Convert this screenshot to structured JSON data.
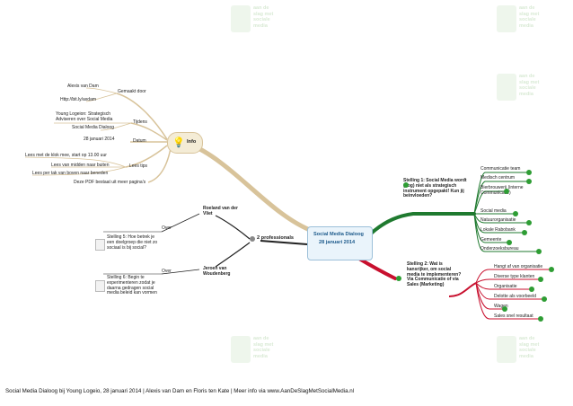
{
  "watermark": {
    "lines": [
      "aan de",
      "slag met",
      "sociale",
      "media"
    ]
  },
  "center": {
    "title": "Social Media Dialoog",
    "date": "28 januari 2014"
  },
  "info": {
    "label": "Info",
    "gemaakt_door": "Gemaakt door",
    "author_name": "Alexis van Dam",
    "author_link": "Http://bit.ly/axdam",
    "tijdens": "Tijdens",
    "event_title": "Young Logeion: Strategisch Adviseren over Social Media",
    "event_name": "Social Media Dialoog",
    "datum": "Datum",
    "date_value": "28 januari 2014",
    "lees_tips": "Lees tips",
    "tip1": "Lees met de klok mee, start op 13.00 uur",
    "tip2": "Lees van midden naar buiten",
    "tip3": "Lees per tak van boven naar beneden",
    "pdf_note": "Deze PDF bestaat uit meer pagina's"
  },
  "professionals": {
    "label": "2 professionals",
    "p1": {
      "name": "Roeland van der Vliet",
      "over": "Over",
      "statement": "Stelling 5: Hoe betrek je een doelgroep die niet zo sociaal is bij social?"
    },
    "p2": {
      "name": "Jeroen van Woudenberg",
      "over": "Over",
      "statement": "Stelling 6: Begin te experimenteren zodat je daarna gedragen social media beleid kan vormen"
    }
  },
  "stelling1": {
    "label": "Stelling 1: Social Media wordt (nog) niet als strategisch instrument opgepakt! Kun jij beinvloeden?",
    "items": [
      "Communicatie team",
      "Medisch centrum",
      "Bierbrouwerij (interne Communicatie)",
      "Social media",
      "Natuurorganisatie",
      "Lokale Rabobank",
      "Gemeente",
      "Onderzoeksbureau"
    ]
  },
  "stelling2": {
    "label": "Stelling 2: Wat is kansrijker, om social media te implementeren? Via Communicatie of via Sales (Marketing)",
    "items": [
      "Hangt af van organisatie",
      "Diverse type klanten",
      "Organisatie",
      "Delotte als voorbeeld",
      "Wagen",
      "Sales snel resultaat"
    ]
  },
  "footer": {
    "text": "Social Media Dialoog bij Young Logeio, 28 januari 2014 | Alexis van Dam en Floris ten Kate | Meer info via www.AanDeSlagMetSocialMedia.nl"
  },
  "colors": {
    "info_branch": "#d8c39a",
    "s1_branch": "#1f7a2f",
    "s2_branch": "#c8102e",
    "prof_branch": "#222222",
    "check": "#2e9d34"
  }
}
